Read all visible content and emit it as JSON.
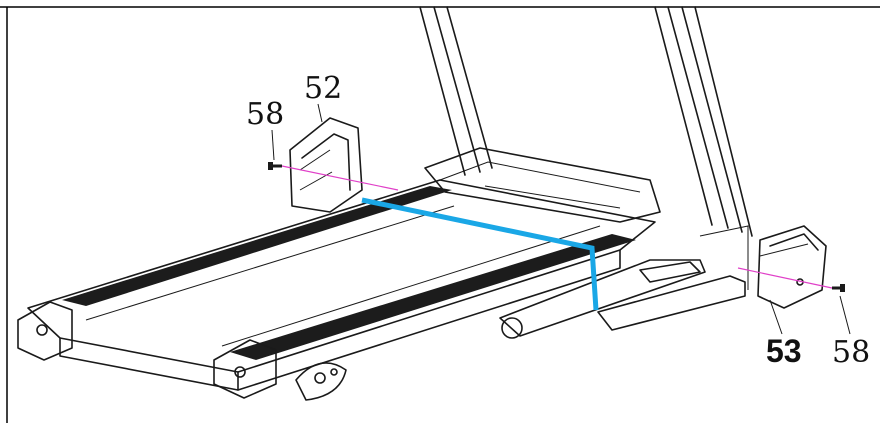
{
  "callouts": {
    "left_screw": "58",
    "left_cover": "52",
    "right_cover": "53",
    "right_screw": "58"
  },
  "colors": {
    "measure_line": "#1aa7e6",
    "screw_axis": "#e040c8",
    "belt": "#1c1c1c",
    "outline": "#1a1a1a"
  }
}
